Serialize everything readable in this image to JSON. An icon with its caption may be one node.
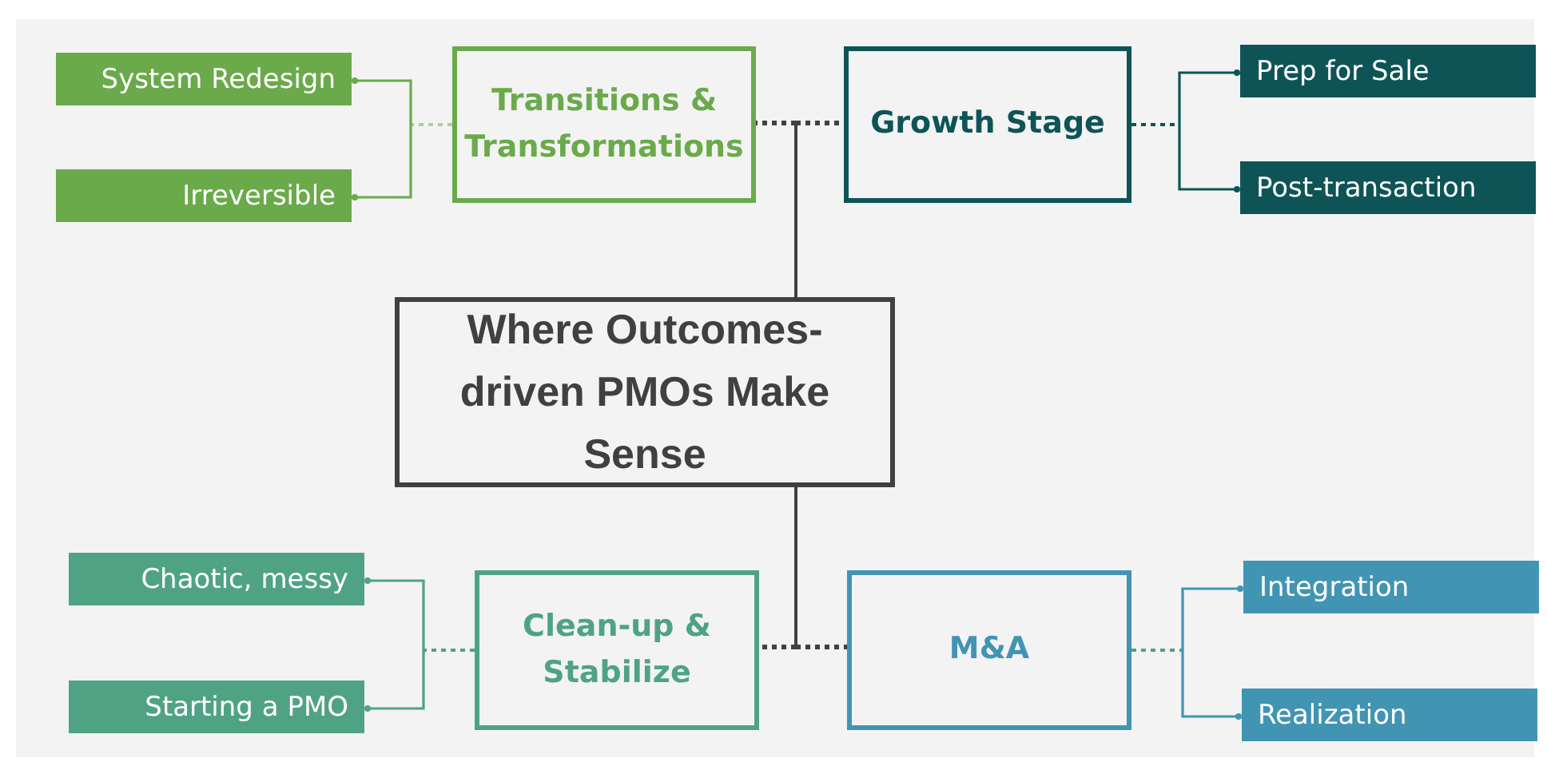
{
  "diagram": {
    "nodes": [
      {
        "text": [
          "System Redesign"
        ]
      },
      {
        "text": [
          "Irreversible"
        ]
      },
      {
        "text": [
          "Transitions & Transformations"
        ]
      },
      {
        "text": [
          "Growth Stage"
        ]
      },
      {
        "text": [
          "Prep for Sale"
        ]
      },
      {
        "text": [
          "Post-transaction"
        ]
      },
      {
        "text": [
          "Where Outcomes-driven PMOs Make Sense"
        ]
      },
      {
        "text": [
          "Chaotic, messy"
        ]
      },
      {
        "text": [
          "Starting a PMO"
        ]
      },
      {
        "text": [
          "Clean-up & Stabilize"
        ]
      },
      {
        "text": [
          "M&A"
        ]
      },
      {
        "text": [
          "Integration"
        ]
      },
      {
        "text": [
          "Realization"
        ]
      }
    ],
    "edges": [
      {
        "from": 6,
        "to": 2,
        "arrow": "none"
      },
      {
        "from": 6,
        "to": 3,
        "arrow": "none"
      },
      {
        "from": 6,
        "to": 9,
        "arrow": "none"
      },
      {
        "from": 6,
        "to": 10,
        "arrow": "none"
      },
      {
        "from": 2,
        "to": 0,
        "arrow": "other",
        "color": "#6aaa4b"
      },
      {
        "from": 2,
        "to": 1,
        "arrow": "other",
        "color": "#6aaa4b"
      },
      {
        "from": 3,
        "to": 4,
        "arrow": "other",
        "color": "#0e5457"
      },
      {
        "from": 3,
        "to": 5,
        "arrow": "other",
        "color": "#0e5457"
      },
      {
        "from": 9,
        "to": 7,
        "arrow": "other",
        "color": "#4fa384"
      },
      {
        "from": 9,
        "to": 8,
        "arrow": "other",
        "color": "#4fa384"
      },
      {
        "from": 10,
        "to": 11,
        "arrow": "other",
        "color": "#4294b3"
      },
      {
        "from": 10,
        "to": 12,
        "arrow": "other",
        "color": "#4294b3"
      }
    ]
  }
}
